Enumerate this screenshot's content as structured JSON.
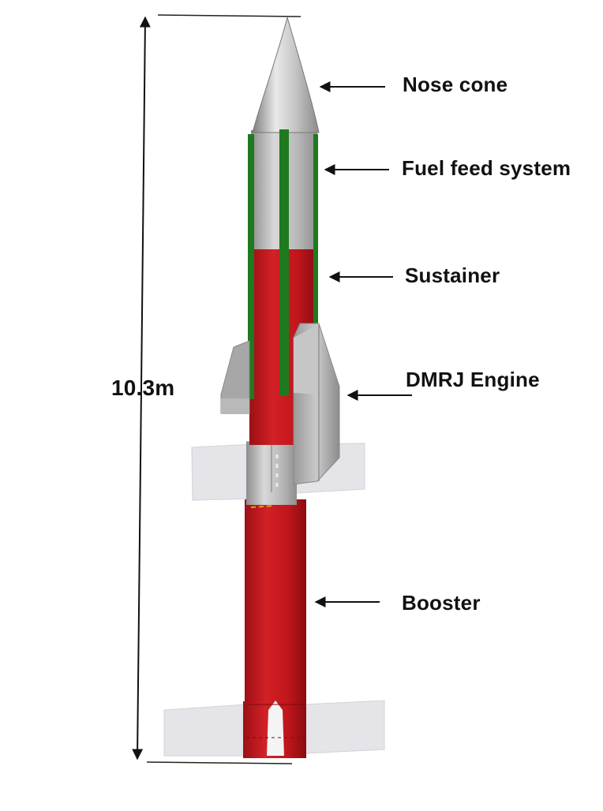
{
  "labels": {
    "nose_cone": "Nose cone",
    "fuel_feed_system": "Fuel feed system",
    "sustainer": "Sustainer",
    "dmrj_engine": "DMRJ Engine",
    "booster": "Booster"
  },
  "dimension": {
    "length": "10.3m"
  },
  "colors": {
    "body_red": "#c8161c",
    "body_red_dark": "#8e0d10",
    "metal_grey": "#a9a9a9",
    "metal_light": "#e6e6e6",
    "feed_green": "#1f7a1f",
    "fin_grey": "#e3e3e8",
    "ink": "#111111"
  }
}
